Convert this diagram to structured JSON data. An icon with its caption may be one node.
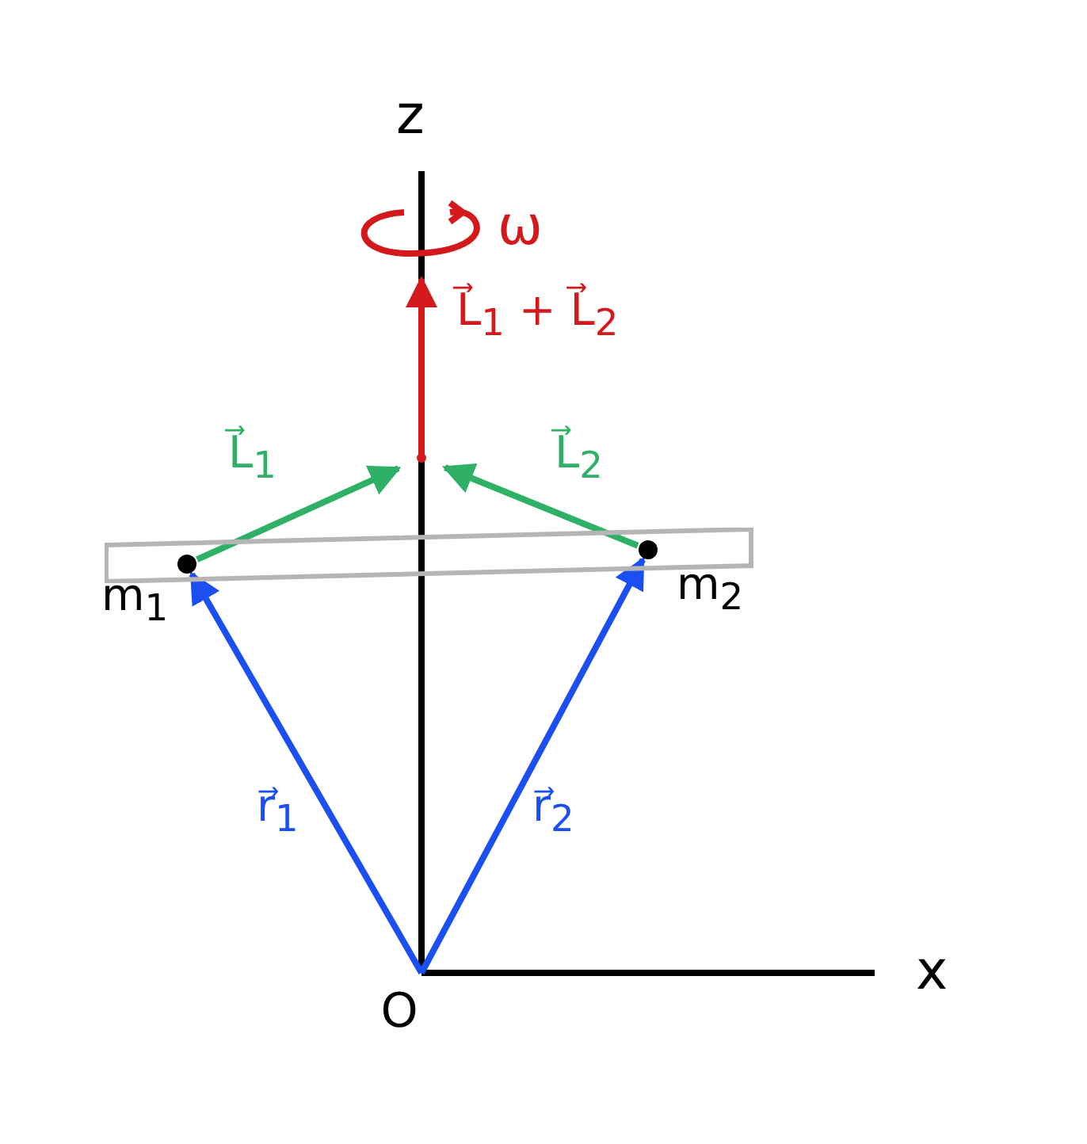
{
  "diagram": {
    "nodes": [
      {
        "text": [],
        "shape": "point"
      },
      {
        "text": [],
        "shape": "bar"
      },
      {
        "text": [],
        "shape": "circle",
        "in": 1,
        "beside": [
          "m$_{1}$"
        ]
      },
      {
        "text": [],
        "shape": "circle",
        "in": 1,
        "beside": [
          "m$_{2}$"
        ]
      },
      {
        "text": [
          "O"
        ]
      }
    ],
    "edges": [
      {
        "from": 4,
        "to": 2,
        "arrow": "to",
        "color": "#1c4ff2",
        "label": "r⃗$_{1}$"
      },
      {
        "from": 4,
        "to": 3,
        "arrow": "to",
        "color": "#1c4ff2",
        "label": "r⃗$_{2}$"
      },
      {
        "from": 2,
        "to": 0,
        "arrow": "to",
        "color": "#2fb067",
        "label": "L⃗$_{1}$"
      },
      {
        "from": 3,
        "to": 0,
        "arrow": "to",
        "color": "#2fb067",
        "label": "L⃗$_{2}$"
      },
      {
        "from": 0,
        "to": null,
        "arrow": "to",
        "color": "#d4191c",
        "label": "L⃗$_{1}$ + L⃗$_{2}$"
      }
    ],
    "labels": [
      "z",
      "x",
      "ω"
    ]
  }
}
